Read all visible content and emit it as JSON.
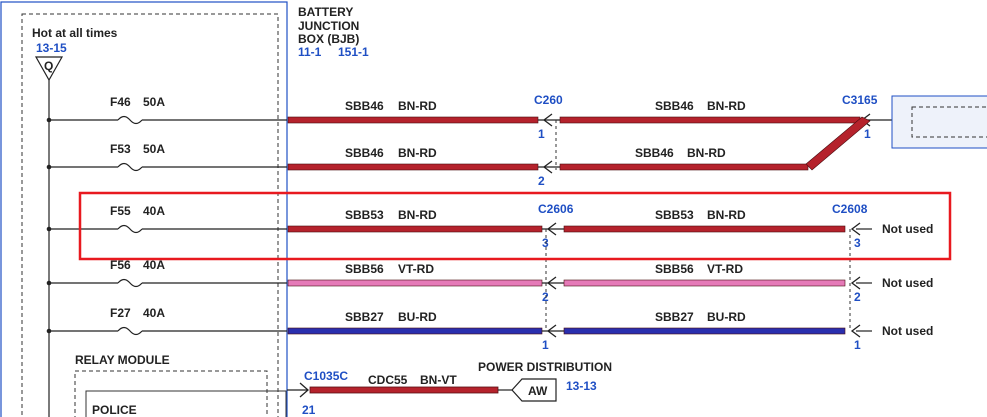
{
  "bjb": {
    "title": [
      "BATTERY",
      "JUNCTION",
      "BOX (BJB)"
    ],
    "refs": [
      "11-1",
      "151-1"
    ],
    "hot_label": "Hot at all times",
    "hot_ref": "13-15",
    "bus_symbol": "Q"
  },
  "circuits": [
    {
      "fuse": "F46",
      "amp": "50A",
      "wire": "SBB46",
      "color_code": "BN-RD",
      "wire_color": "#b5222c",
      "conn_left": "C260",
      "pin_left": "1",
      "wire_right": "SBB46",
      "color_code_right": "BN-RD",
      "conn_right": "C3165",
      "pin_right": "1",
      "status": ""
    },
    {
      "fuse": "F53",
      "amp": "50A",
      "wire": "SBB46",
      "color_code": "BN-RD",
      "wire_color": "#b5222c",
      "conn_left": "",
      "pin_left": "2",
      "wire_right": "SBB46",
      "color_code_right": "BN-RD",
      "conn_right": "",
      "pin_right": "",
      "status": ""
    },
    {
      "fuse": "F55",
      "amp": "40A",
      "wire": "SBB53",
      "color_code": "BN-RD",
      "wire_color": "#b5222c",
      "conn_left": "C2606",
      "pin_left": "3",
      "wire_right": "SBB53",
      "color_code_right": "BN-RD",
      "conn_right": "C2608",
      "pin_right": "3",
      "status": "Not used"
    },
    {
      "fuse": "F56",
      "amp": "40A",
      "wire": "SBB56",
      "color_code": "VT-RD",
      "wire_color": "#e57ab8",
      "conn_left": "",
      "pin_left": "2",
      "wire_right": "SBB56",
      "color_code_right": "VT-RD",
      "conn_right": "",
      "pin_right": "2",
      "status": "Not used"
    },
    {
      "fuse": "F27",
      "amp": "40A",
      "wire": "SBB27",
      "color_code": "BU-RD",
      "wire_color": "#2a2fae",
      "conn_left": "",
      "pin_left": "1",
      "wire_right": "SBB27",
      "color_code_right": "BU-RD",
      "conn_right": "",
      "pin_right": "1",
      "status": "Not used"
    }
  ],
  "relay": {
    "title": "RELAY MODULE",
    "inner": "POLICE"
  },
  "bottom": {
    "connector": "C1035C",
    "pin": "21",
    "wire": "CDC55",
    "color_code": "BN-VT",
    "wire_color": "#b5222c",
    "dest": "POWER DISTRIBUTION",
    "dest_ref": "13-13",
    "tag": "AW"
  },
  "highlight_color": "#e8191f",
  "accent_blue": "#1f4fc4"
}
